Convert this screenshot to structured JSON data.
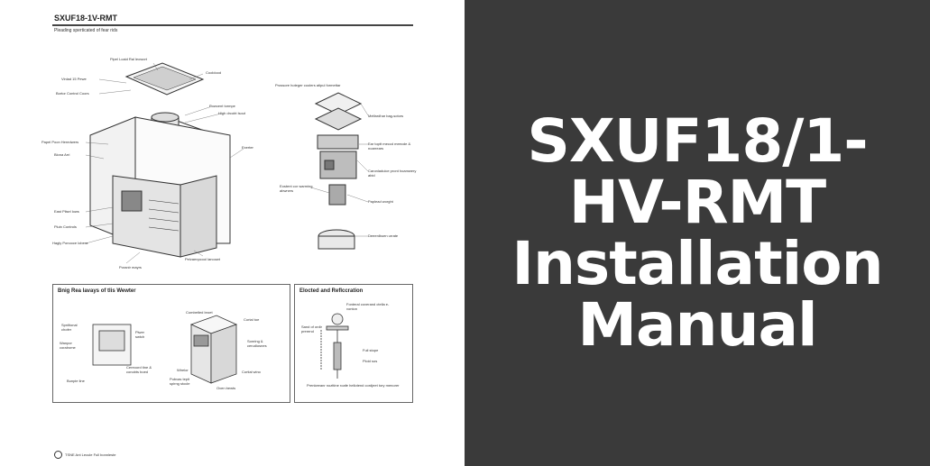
{
  "document": {
    "title": "SXUF18-1V-RMT",
    "subtitle": "Pleading sperticated of fear rids",
    "main_labels": [
      "Pipel Loaid Ral leowort",
      "Cooldood",
      "Vinlad 15 Pewe",
      "Bortor Control Coors",
      "Powcent tormpe",
      "High drcobt lsout",
      "Papel Poon Heredwers",
      "Blona Arri",
      "Exerter",
      "East Plisel lows",
      "Pluin Controls",
      "Hagly Ponooce lobera",
      "Poranir mayrs",
      "Pelvaenpcool lanoowt"
    ],
    "side_labels": [
      "Prossore hoteger coolers atipul formettar",
      "Melfardhar bag-sotors",
      "Ear toptt meccd meecde & noarrears",
      "Caronladuice pront hoamwery abid",
      "Eostent cor warming abwners",
      "Paplead worght",
      "Deeenlbuen urrate"
    ],
    "panel_left": {
      "title": "Bnig Rea lavays of tlis Wewter",
      "labels": [
        "Spnltional chofer",
        "Wanpor coralrome",
        "Bunpie line",
        "Piwer swtch",
        "Cereoord tine & conobts boed",
        "Combetled broet",
        "Cortal toe",
        "Sonring & cerudiosnes",
        "Wirelor",
        "Pubvas tepit spirng stocle",
        "Oven bewts",
        "Cortial wino"
      ]
    },
    "panel_right": {
      "title": "Elocted and Reflccration",
      "labels": [
        "Fonteral coverand ctella e-vonton",
        "Sand of ordir prerend",
        "Fuil stope",
        "Ploid sos",
        "Prenkeeanr nozttine roafe hellotend cordjeet tory menorer"
      ]
    },
    "footer": "TSNE Ant Lecule Full bonnleste"
  },
  "cover": {
    "title": "SXUF18/1-HV-RMT Installation Manual"
  },
  "colors": {
    "panel_bg": "#3a3a3a",
    "title_text": "#ffffff",
    "paper": "#ffffff"
  }
}
